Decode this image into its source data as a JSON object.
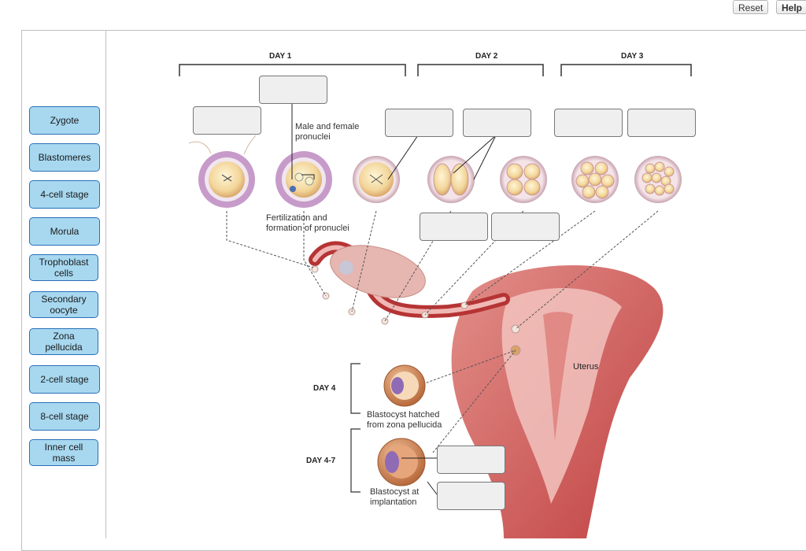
{
  "toolbar": {
    "reset_label": "Reset",
    "help_label": "Help"
  },
  "labels": [
    "Zygote",
    "Blastomeres",
    "4-cell stage",
    "Morula",
    "Trophoblast cells",
    "Secondary oocyte",
    "Zona pellucida",
    "2-cell stage",
    "8-cell stage",
    "Inner cell mass"
  ],
  "diagram": {
    "day1": "DAY 1",
    "day2": "DAY 2",
    "day3": "DAY 3",
    "day4": "DAY 4",
    "day4_7": "DAY 4-7",
    "pronuclei_1": "Male and female",
    "pronuclei_2": "pronuclei",
    "fert_1": "Fertilization and",
    "fert_2": "formation of pronuclei",
    "uterus": "Uterus",
    "hatched_1": "Blastocyst hatched",
    "hatched_2": "from zona pellucida",
    "implant_1": "Blastocyst at",
    "implant_2": "implantation"
  }
}
